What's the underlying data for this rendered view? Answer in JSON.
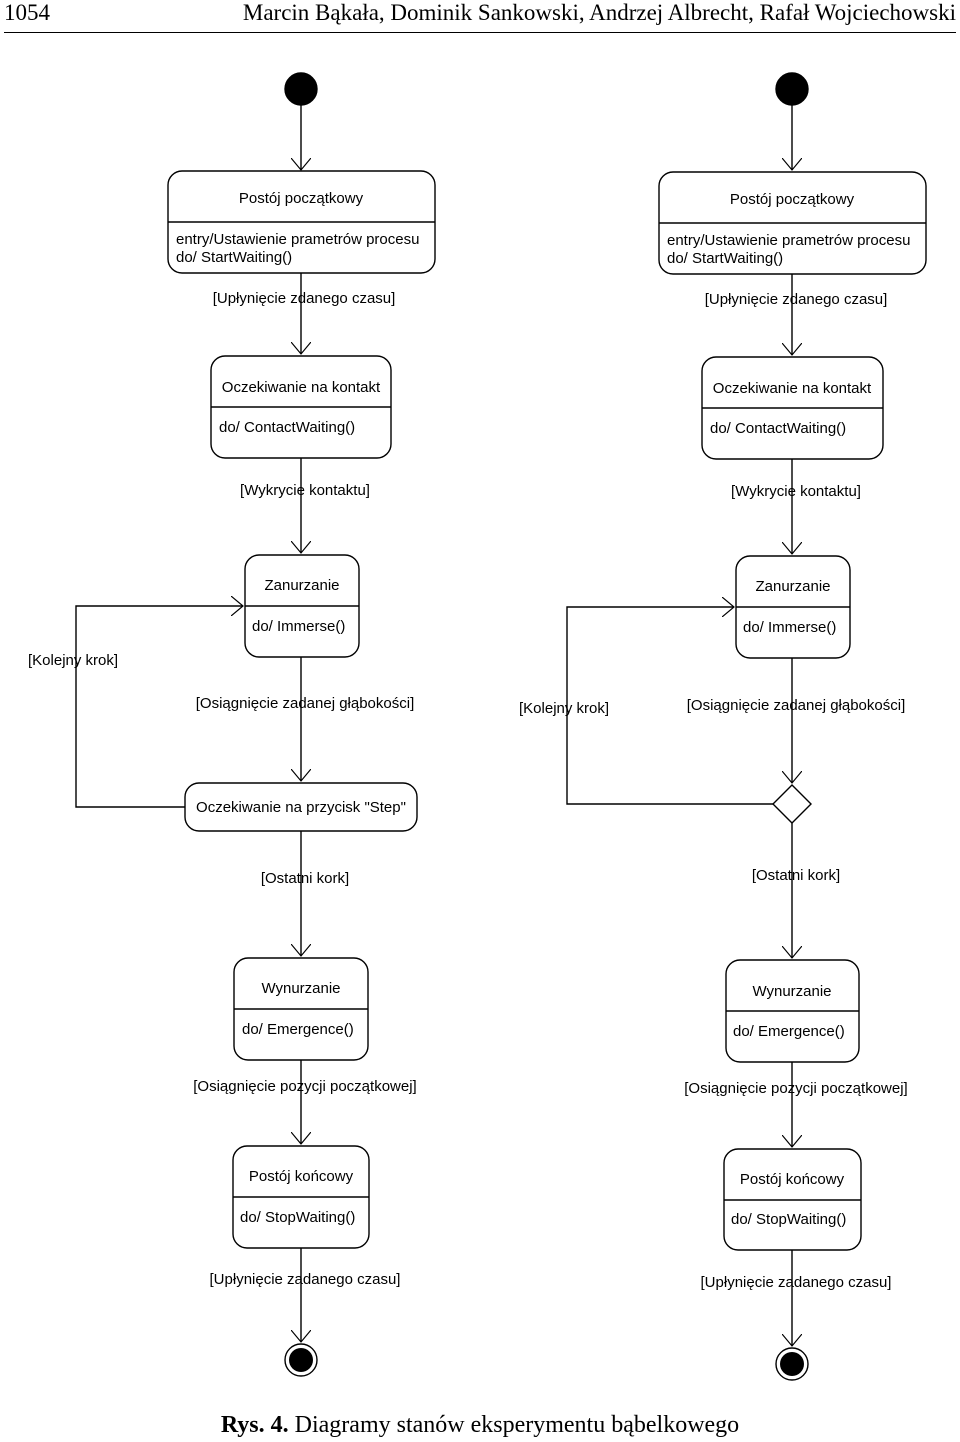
{
  "header": {
    "page_number": "1054",
    "authors": "Marcin Bąkała, Dominik Sankowski, Andrzej Albrecht, Rafał Wojciechowski"
  },
  "caption": {
    "label": "Rys. 4.",
    "text": "Diagramy stanów eksperymentu bąbelkowego"
  },
  "left_diagram": {
    "s1_title": "Postój początkowy",
    "s1_entry": "entry/Ustawienie prametrów procesu",
    "s1_do": "do/ StartWaiting()",
    "t1": "[Upłynięcie zdanego czasu]",
    "s2_title": "Oczekiwanie na kontakt",
    "s2_do": "do/ ContactWaiting()",
    "t2": "[Wykrycie kontaktu]",
    "s3_title": "Zanurzanie",
    "s3_do": "do/ Immerse()",
    "loop": "[Kolejny krok]",
    "t3": "[Osiągnięcie zadanej głąbokości]",
    "s4_title": "Oczekiwanie na przycisk \"Step\"",
    "t4": "[Ostatni kork]",
    "s5_title": "Wynurzanie",
    "s5_do": "do/ Emergence()",
    "t5": "[Osiągnięcie pozycji początkowej]",
    "s6_title": "Postój końcowy",
    "s6_do": "do/ StopWaiting()",
    "t6": "[Upłynięcie zadanego czasu]"
  },
  "right_diagram": {
    "s1_title": "Postój początkowy",
    "s1_entry": "entry/Ustawienie prametrów procesu",
    "s1_do": "do/ StartWaiting()",
    "t1": "[Upłynięcie zdanego czasu]",
    "s2_title": "Oczekiwanie na kontakt",
    "s2_do": "do/ ContactWaiting()",
    "t2": "[Wykrycie kontaktu]",
    "s3_title": "Zanurzanie",
    "s3_do": "do/ Immerse()",
    "loop": "[Kolejny krok]",
    "t3": "[Osiągnięcie zadanej głąbokości]",
    "t4": "[Ostatni kork]",
    "s5_title": "Wynurzanie",
    "s5_do": "do/ Emergence()",
    "t5": "[Osiągnięcie pozycji początkowej]",
    "s6_title": "Postój końcowy",
    "s6_do": "do/ StopWaiting()",
    "t6": "[Upłynięcie zadanego czasu]"
  }
}
